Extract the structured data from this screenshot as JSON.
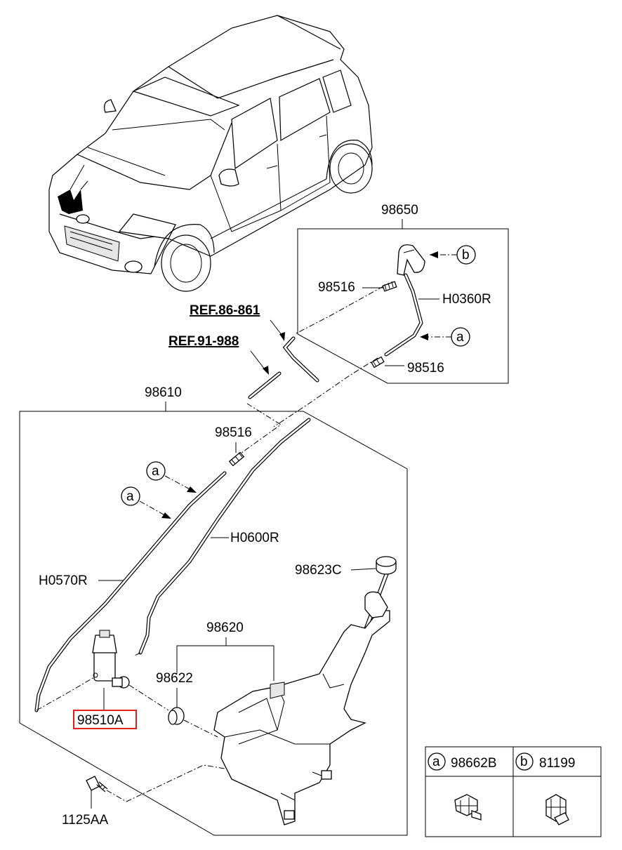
{
  "diagram": {
    "assemblies": {
      "jet_assembly": "98650",
      "reservoir_assembly": "98610"
    },
    "references": {
      "ref_upper": "REF.86-861",
      "ref_lower": "REF.91-988"
    },
    "parts": {
      "nozzle_top": "98516",
      "nozzle_bottom": "98516",
      "nozzle_left": "98516",
      "hose_jet": "H0360R",
      "hose_long": "H0600R",
      "hose_short": "H0570R",
      "cap": "98623C",
      "reservoir": "98620",
      "grommet": "98622",
      "pump": "98510A",
      "bolt": "1125AA"
    },
    "callouts": {
      "a": "a",
      "b": "b"
    },
    "legend": {
      "a_letter": "a",
      "a_part": "98662B",
      "b_letter": "b",
      "b_part": "81199"
    },
    "highlight_color": "#e02020"
  }
}
